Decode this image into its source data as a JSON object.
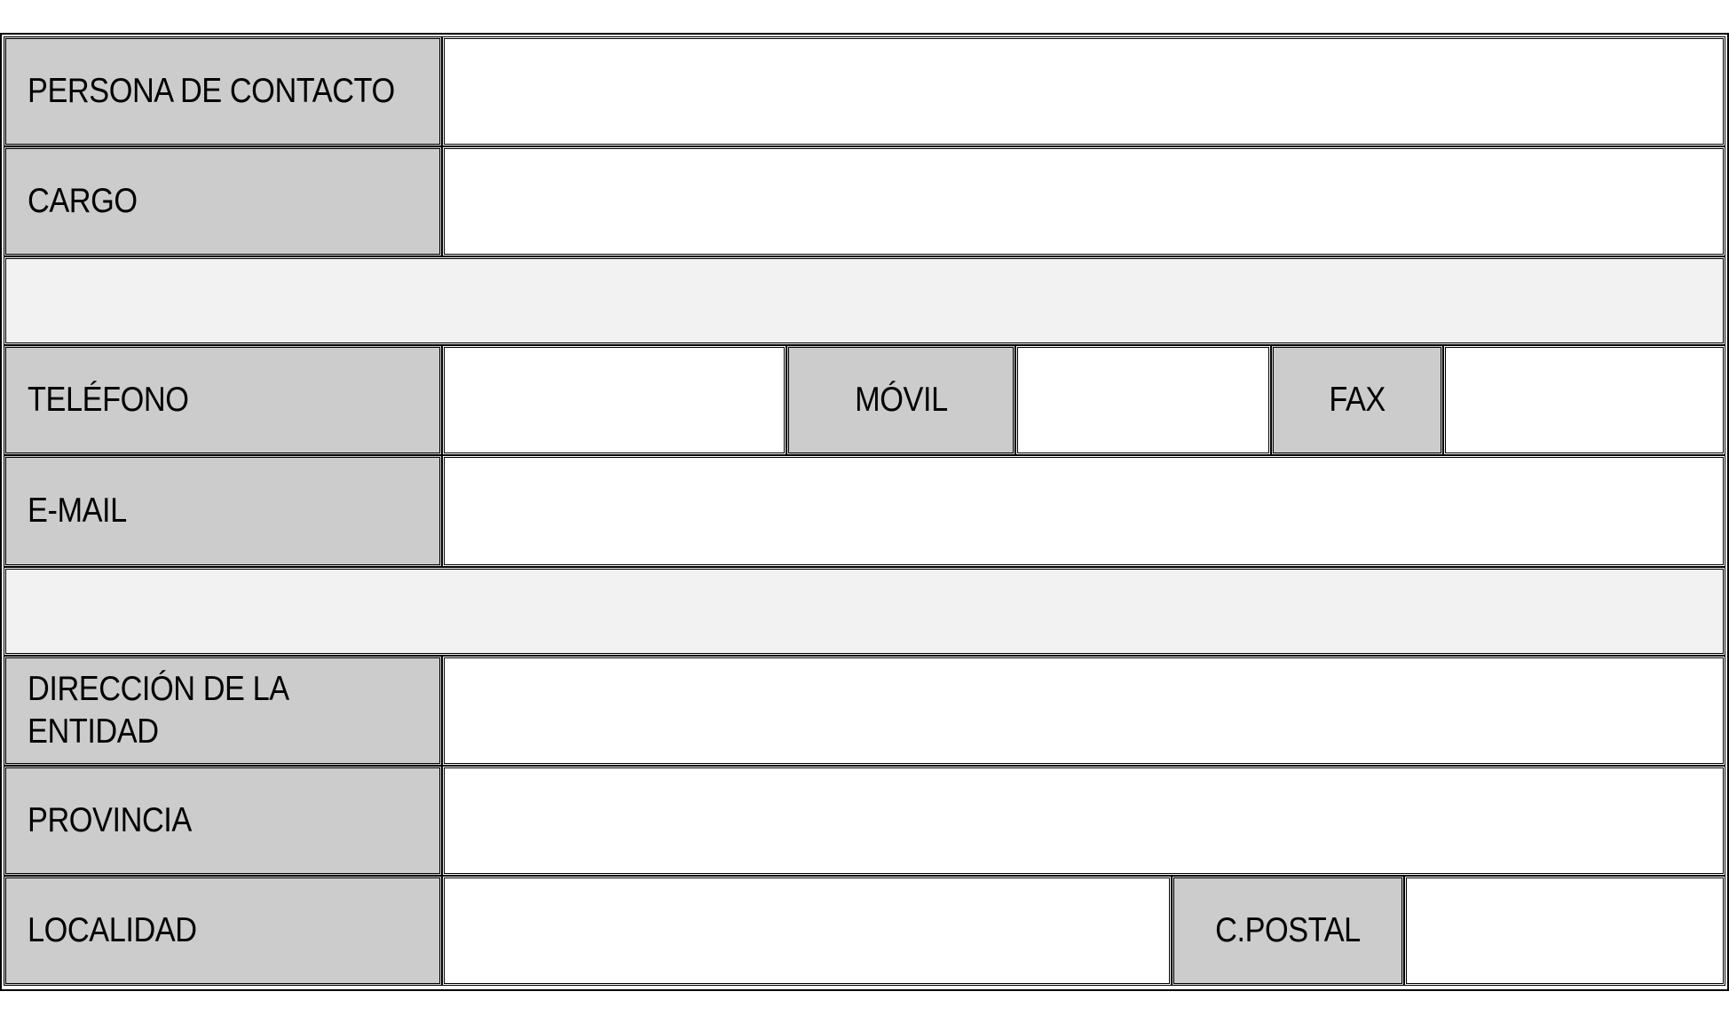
{
  "form": {
    "contact_person_label": "PERSONA DE CONTACTO",
    "position_label": "CARGO",
    "phone_label": "TELÉFONO",
    "mobile_label": "MÓVIL",
    "fax_label": "FAX",
    "email_label": "E-MAIL",
    "address_label": "DIRECCIÓN DE LA ENTIDAD",
    "province_label": "PROVINCIA",
    "locality_label": "LOCALIDAD",
    "postal_code_label": "C.POSTAL",
    "values": {
      "contact_person": "",
      "position": "",
      "phone": "",
      "mobile": "",
      "fax": "",
      "email": "",
      "address": "",
      "province": "",
      "locality": "",
      "postal_code": ""
    }
  },
  "colors": {
    "label_background": "#cccccc",
    "spacer_background": "#f2f2f2",
    "input_background": "#ffffff",
    "border": "#000000"
  }
}
